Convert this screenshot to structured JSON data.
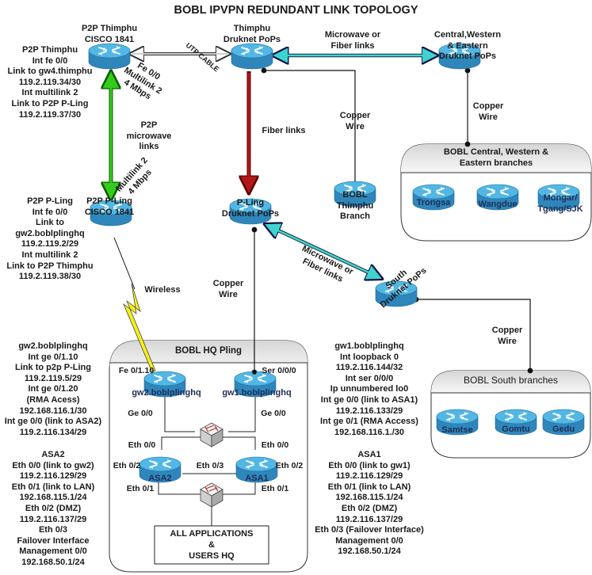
{
  "title": "BOBL IPVPN REDUNDANT LINK TOPOLOGY",
  "colors": {
    "router_top": "#52b7e4",
    "router_side": "#2f86bb",
    "green_link": "#33cc1a",
    "red_link": "#b01818",
    "cyan_link": "#3fd3d0",
    "gray_link": "#9a9a9a",
    "wireless": "#f5ee1a",
    "group_header": "#e8e8e8"
  },
  "nodes": {
    "p2p_thimphu": {
      "label": "P2P Thimphu\nCISCO 1841"
    },
    "thimphu_pops": {
      "label": "Thimphu\nDruknet PoPs"
    },
    "cwe_pops": {
      "label": "Central,Western\n& Eastern\nDruknet PoPs"
    },
    "p2p_pling": {
      "label": "P2P P-Ling\nCISCO 1841"
    },
    "pling_pops": {
      "label": "P-Ling\nDruknet PoPs"
    },
    "thimphu_branch": {
      "label": "BOBL\nThimphu\nBranch"
    },
    "south_pops": {
      "label": "South\nDruknet PoPs"
    },
    "gw2": {
      "label": "gw2.boblplinghq"
    },
    "gw1": {
      "label": "gw1.boblplinghq"
    },
    "asa2": {
      "label": "ASA2"
    },
    "asa1": {
      "label": "ASA1"
    }
  },
  "groups": {
    "cwe_branches": {
      "title": "BOBL Central, Western &\nEastern branches",
      "routers": [
        "Trongsa",
        "Wangdue",
        "Mongar/\nTgang/SJK"
      ]
    },
    "south_branches": {
      "title": "BOBL South branches",
      "routers": [
        "Samtse",
        "Gomtu",
        "Gedu"
      ]
    },
    "hq": {
      "title": "BOBL HQ Pling",
      "lan_box": "ALL APPLICATIONS\n&\nUSERS HQ"
    }
  },
  "link_labels": {
    "utp_cable": "UTP CABLE",
    "microwave_top": "Microwave or\nFiber links",
    "copper_thimphu_branch": "Copper\nWire",
    "copper_cwe": "Copper\nWire",
    "fiber": "Fiber links",
    "p2p_microwave": "P2P\nmicrowave\nlinks",
    "fe_multilink_top": "Fe 0/0\nMultilink 2\n4 Mbps",
    "multilink_bottom": "Multilink 2\n4 Mbps",
    "microwave_diag": "Microwave or\nFiber links",
    "wireless": "Wireless",
    "copper_pling": "Copper\nWire",
    "copper_south": "Copper\nWire"
  },
  "port_labels": {
    "gw2_fe": "Fe 0/1.10",
    "gw1_ser": "Ser 0/0/0",
    "gw2_ge": "Ge 0/0",
    "gw1_ge": "Ge 0/0",
    "asa2_eth00": "Eth 0/0",
    "asa1_eth00": "Eth 0/0",
    "asa2_eth02": "Eth 0/2",
    "asa1_eth02": "Eth 0/2",
    "eth03": "Eth 0/3",
    "asa2_eth01": "Eth 0/1",
    "asa1_eth01": "Eth 0/1"
  },
  "config_notes": {
    "p2p_thimphu": "P2P Thimphu\nInt fe 0/0\nLink to gw4.thimphu\n119.2.119.34/30\nInt multilink 2\nLink to P2P P-Ling\n119.2.119.37/30",
    "p2p_pling": "P2P P-Ling\nInt fe 0/0\nLink to\ngw2.boblplinghq\n119.2.119.2/29\nInt multilink 2\nLink to P2P Thimphu\n119.2.119.38/30",
    "gw2": "gw2.boblplinghq\nInt ge 0/1.10\nLink to p2p P-Ling\n119.2.119.5/29\nInt ge 0/1.20\n(RMA Acess)\n192.168.116.1/30\nInt ge 0/0 (link to ASA2)\n119.2.116.134/29",
    "asa2": "ASA2\nEth 0/0 (link to gw2)\n119.2.116.129/29\nEth 0/1 (link to LAN)\n192.168.115.1/24\nEth 0/2 (DMZ)\n119.2.116.137/29\nEth 0/3\nFailover Interface\nManagement 0/0\n192.168.50.1/24",
    "gw1": "gw1.boblplinghq\nInt loopback 0\n119.2.116.144/32\nInt ser 0/0/0\nIp unnumbered lo0\nInt ge 0/0 (link to ASA1)\n119.2.116.133/29\nInt ge 0/1 (RMA Access)\n192.168.116.1./30",
    "asa1": "ASA1\nEth 0/0 (link to gw1)\n119.2.116.129/29\nEth 0/1 (link to LAN)\n192.168.115.1/24\nEth 0/2 (DMZ)\n119.2.116.137/29\nEth 0/3 (Failover Interface)\nManagement 0/0\n192.168.50.1/24"
  }
}
